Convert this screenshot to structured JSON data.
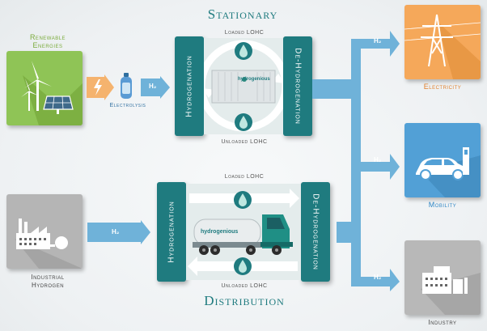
{
  "stationary": {
    "title": "Stationary",
    "loaded_label": "Loaded LOHC",
    "unloaded_label": "Unloaded LOHC",
    "left_label": "Hydrogenation",
    "right_label": "De-Hydrogenation"
  },
  "distribution": {
    "title": "Distribution",
    "loaded_label": "Loaded LOHC",
    "unloaded_label": "Unloaded LOHC",
    "left_label": "Hydrogenation",
    "right_label": "De-Hydrogenation"
  },
  "sources": {
    "renewable_label": "Renewable Energies",
    "industrial_label": "Industrial Hydrogen",
    "electrolysis_label": "Electrolysis"
  },
  "arrows": {
    "h2_label": "H₂"
  },
  "outputs": {
    "electricity_label": "Electricity",
    "mobility_label": "Mobility",
    "industry_label": "Industry"
  },
  "brand": {
    "container_text": "hydrogenious",
    "truck_text": "hydrogenious"
  },
  "colors": {
    "teal": "#1f7b7f",
    "blue_arrow": "#6fb2d9",
    "green": "#8fc456",
    "orange": "#f5a85a",
    "gray": "#b8b8b8",
    "mobility_blue": "#52a0d6"
  }
}
